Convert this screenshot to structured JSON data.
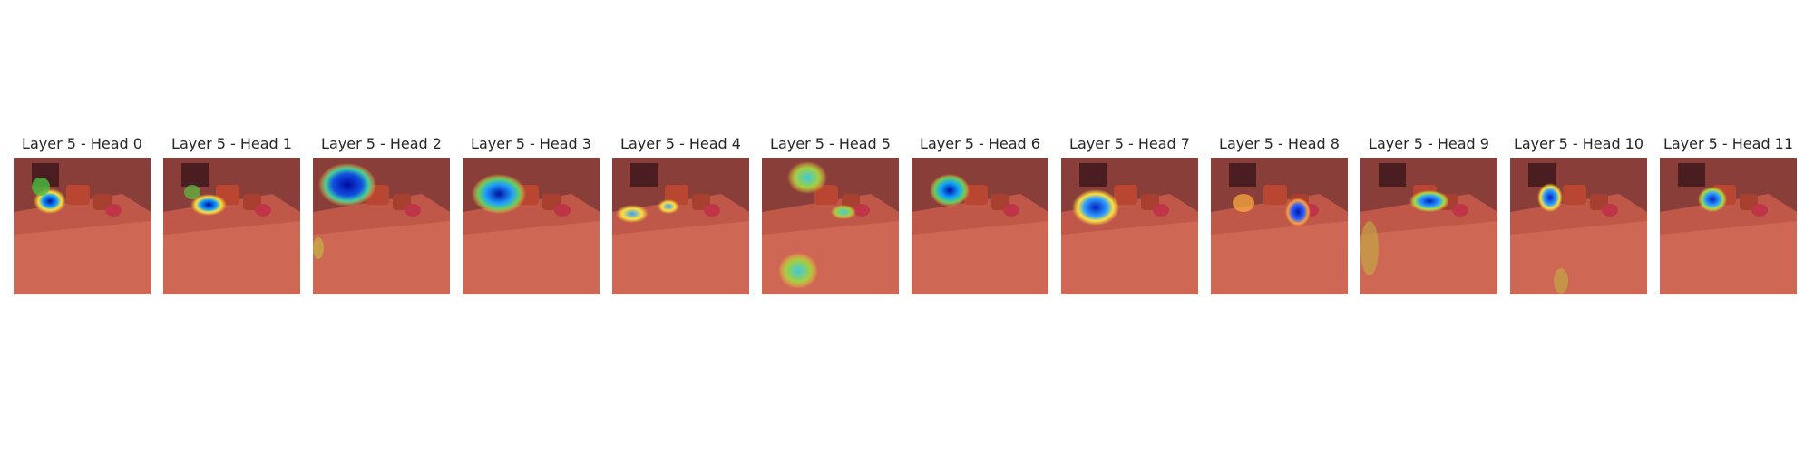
{
  "figure": {
    "layer": 5,
    "panels": [
      {
        "title": "Layer 5 - Head 0"
      },
      {
        "title": "Layer 5 - Head 1"
      },
      {
        "title": "Layer 5 - Head 2"
      },
      {
        "title": "Layer 5 - Head 3"
      },
      {
        "title": "Layer 5 - Head 4"
      },
      {
        "title": "Layer 5 - Head 5"
      },
      {
        "title": "Layer 5 - Head 6"
      },
      {
        "title": "Layer 5 - Head 7"
      },
      {
        "title": "Layer 5 - Head 8"
      },
      {
        "title": "Layer 5 - Head 9"
      },
      {
        "title": "Layer 5 - Head 10"
      },
      {
        "title": "Layer 5 - Head 11"
      }
    ]
  }
}
